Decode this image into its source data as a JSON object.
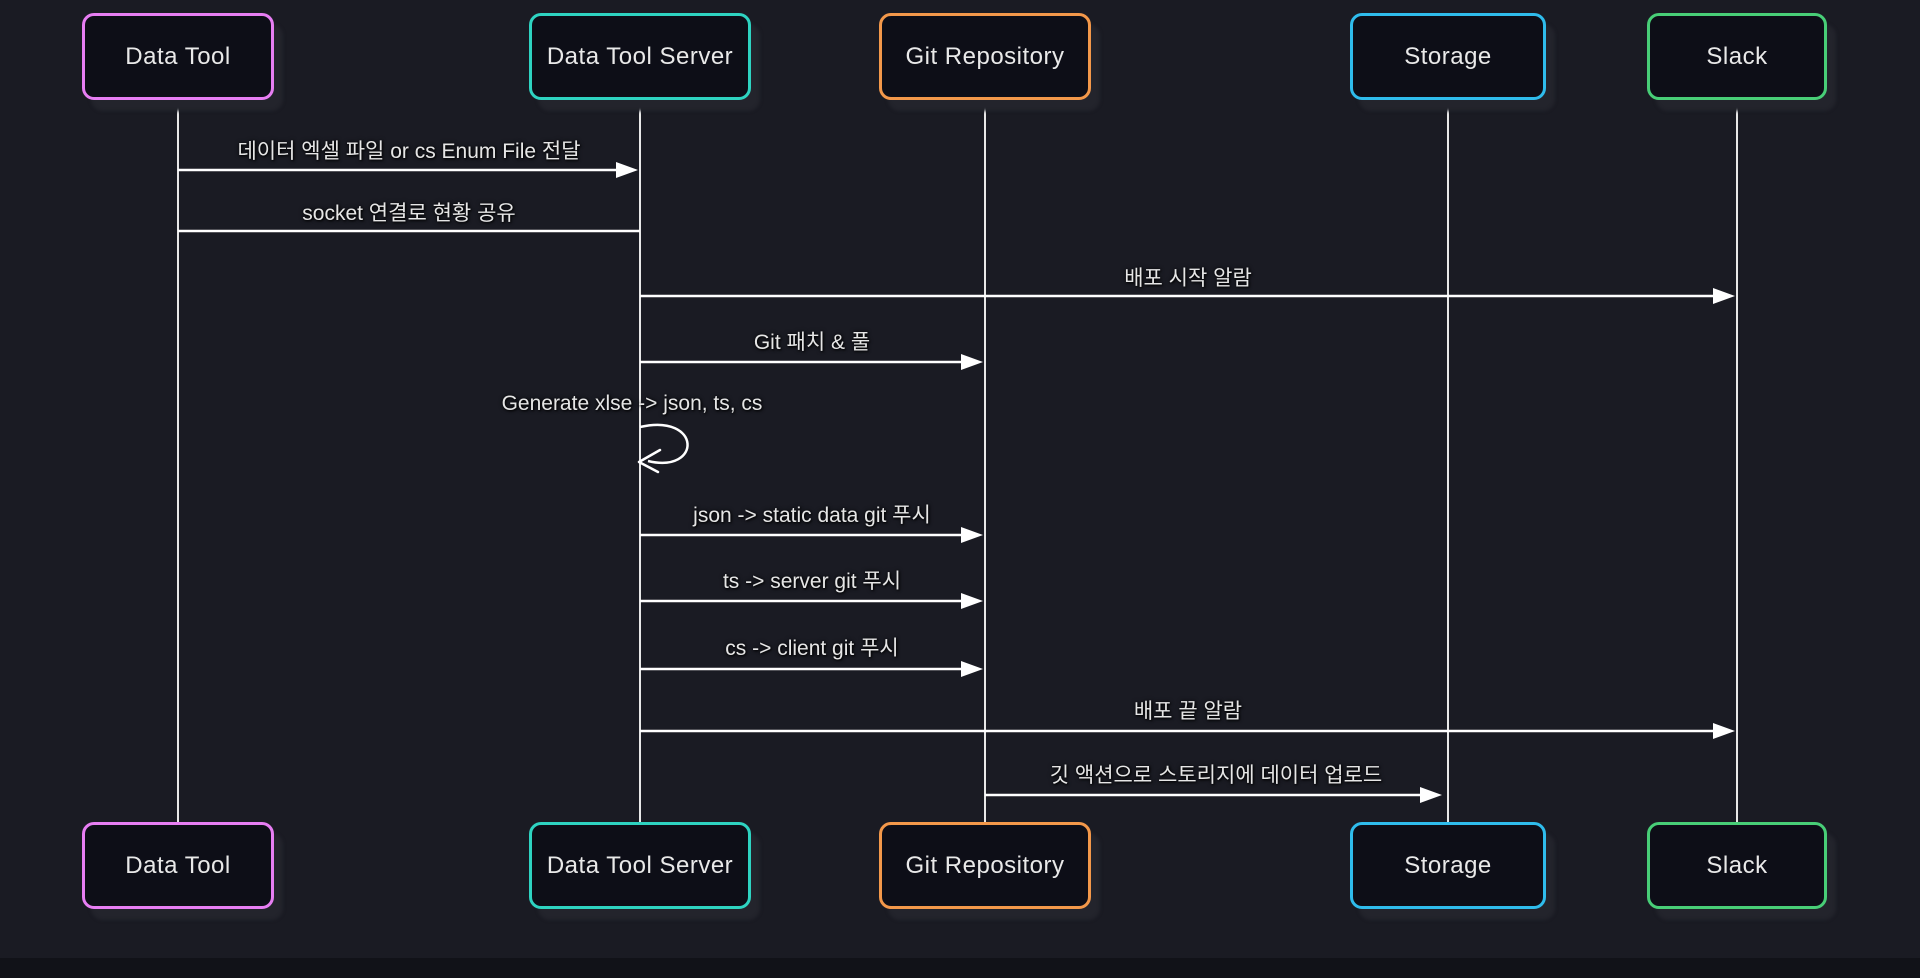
{
  "diagram": {
    "type": "sequence-diagram",
    "theme": {
      "background": "#1a1b23",
      "actor_fill": "#0d0e17",
      "actor_text_color": "#e9e9e9",
      "message_text_color": "#e6e6e6",
      "line_color": "#f5f5f5"
    },
    "actors": [
      {
        "id": "data-tool",
        "label": "Data Tool",
        "border_color": "#e77ef3"
      },
      {
        "id": "data-tool-server",
        "label": "Data Tool Server",
        "border_color": "#2ed3c1"
      },
      {
        "id": "git-repository",
        "label": "Git Repository",
        "border_color": "#f3984a"
      },
      {
        "id": "storage",
        "label": "Storage",
        "border_color": "#2fbcec"
      },
      {
        "id": "slack",
        "label": "Slack",
        "border_color": "#48ce77"
      }
    ],
    "messages": [
      {
        "from": "Data Tool",
        "to": "Data Tool Server",
        "label": "데이터 엑셀 파일 or cs Enum File 전달",
        "line": "solid",
        "arrowhead": "filled"
      },
      {
        "from": "Data Tool",
        "to": "Data Tool Server",
        "label": "socket 연결로 현황 공유",
        "line": "solid",
        "arrowhead": "none"
      },
      {
        "from": "Data Tool Server",
        "to": "Slack",
        "label": "배포 시작 알람",
        "line": "solid",
        "arrowhead": "filled"
      },
      {
        "from": "Data Tool Server",
        "to": "Git Repository",
        "label": "Git 패치 & 풀",
        "line": "solid",
        "arrowhead": "filled"
      },
      {
        "from": "Data Tool Server",
        "to": "Data Tool Server",
        "label": "Generate xlse -> json, ts, cs",
        "line": "self-loop",
        "arrowhead": "open"
      },
      {
        "from": "Data Tool Server",
        "to": "Git Repository",
        "label": "json -> static data git 푸시",
        "line": "solid",
        "arrowhead": "filled"
      },
      {
        "from": "Data Tool Server",
        "to": "Git Repository",
        "label": "ts -> server git 푸시",
        "line": "solid",
        "arrowhead": "filled"
      },
      {
        "from": "Data Tool Server",
        "to": "Git Repository",
        "label": "cs -> client git 푸시",
        "line": "solid",
        "arrowhead": "filled"
      },
      {
        "from": "Data Tool Server",
        "to": "Slack",
        "label": "배포 끝 알람",
        "line": "solid",
        "arrowhead": "filled"
      },
      {
        "from": "Git Repository",
        "to": "Storage",
        "label": "깃 액션으로 스토리지에 데이터 업로드",
        "line": "solid",
        "arrowhead": "filled"
      }
    ]
  }
}
